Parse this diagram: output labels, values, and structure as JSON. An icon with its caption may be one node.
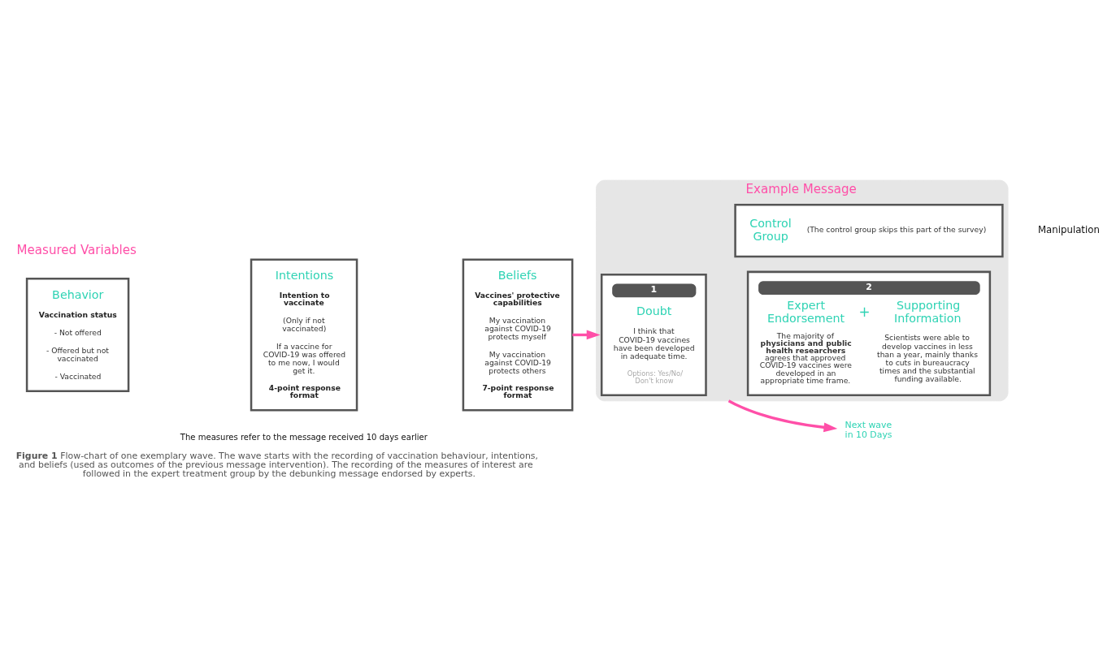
{
  "diagram": {
    "caption": "**Figure 1** Flow-chart of one exemplary wave. The wave starts with the recording of vaccination behaviour, intentions, and beliefs (used as outcomes of the previous message intervention). The recording of the measures of interest are followed in the expert treatment group by the debunking message endorsed by experts.",
    "nodes": [
      {
        "text": [
          "Behavior",
          "Vaccination status",
          "- Not offered",
          "- Offered but not vaccinated",
          "- Vaccinated"
        ]
      },
      {
        "text": [
          "Intentions",
          "Intention to vaccinate",
          "(Only if not vaccinated)",
          "If a vaccine for COVID-19 was offered to me now, I would get it.",
          "4-point response format"
        ]
      },
      {
        "text": [
          "Beliefs",
          "Vaccines' protective capabilities",
          "My vaccination against COVID-19 protects myself",
          "My vaccination against COVID-19 protects others",
          "7-point response format"
        ]
      },
      {
        "text": [
          "Example Message"
        ]
      },
      {
        "text": [
          "1",
          "Doubt",
          "I think that COVID-19 vaccines have been developed in adequate time.",
          "Options: Yes/No/ Don't know"
        ],
        "in": 3
      },
      {
        "text": [
          "2",
          "Expert Endorsement",
          "+",
          "Supporting Information",
          "The majority of **physicians and public health researchers** agrees that approved COVID-19 vaccines were developed in an appropriate time frame.",
          "Scientists were able to develop vaccines in less than a year, mainly thanks to cuts in bureaucracy times and the substantial funding available."
        ],
        "in": 3
      },
      {
        "text": [
          "Control Group",
          "(The control group skips this part of the survey)"
        ],
        "in": 3
      },
      {
        "text": [
          "Next wave in 10 Days"
        ]
      }
    ],
    "edges": [
      {
        "from": 2,
        "to": 3,
        "arrow": "to"
      },
      {
        "from": 3,
        "to": 7,
        "arrow": "to"
      }
    ],
    "labels": [
      "Measured Variables",
      "The measures refer to the message received 10 days earlier",
      "Manipulation"
    ]
  }
}
